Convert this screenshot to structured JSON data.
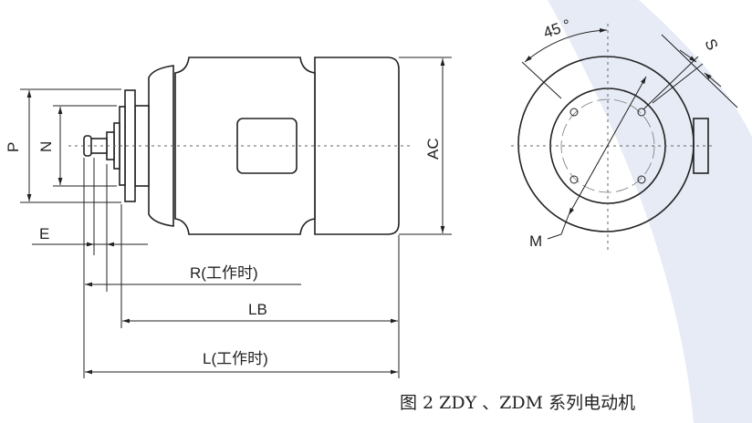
{
  "labels": {
    "P": "P",
    "N": "N",
    "E": "E",
    "AC": "AC",
    "R": "R(工作时)",
    "LB": "LB",
    "L": "L(工作时)",
    "angle": "45 °",
    "S": "S",
    "M": "M"
  },
  "caption": "图 2  ZDY 、ZDM  系列电动机",
  "colors": {
    "line": "#222222",
    "background_band": "#e6ebf5"
  }
}
